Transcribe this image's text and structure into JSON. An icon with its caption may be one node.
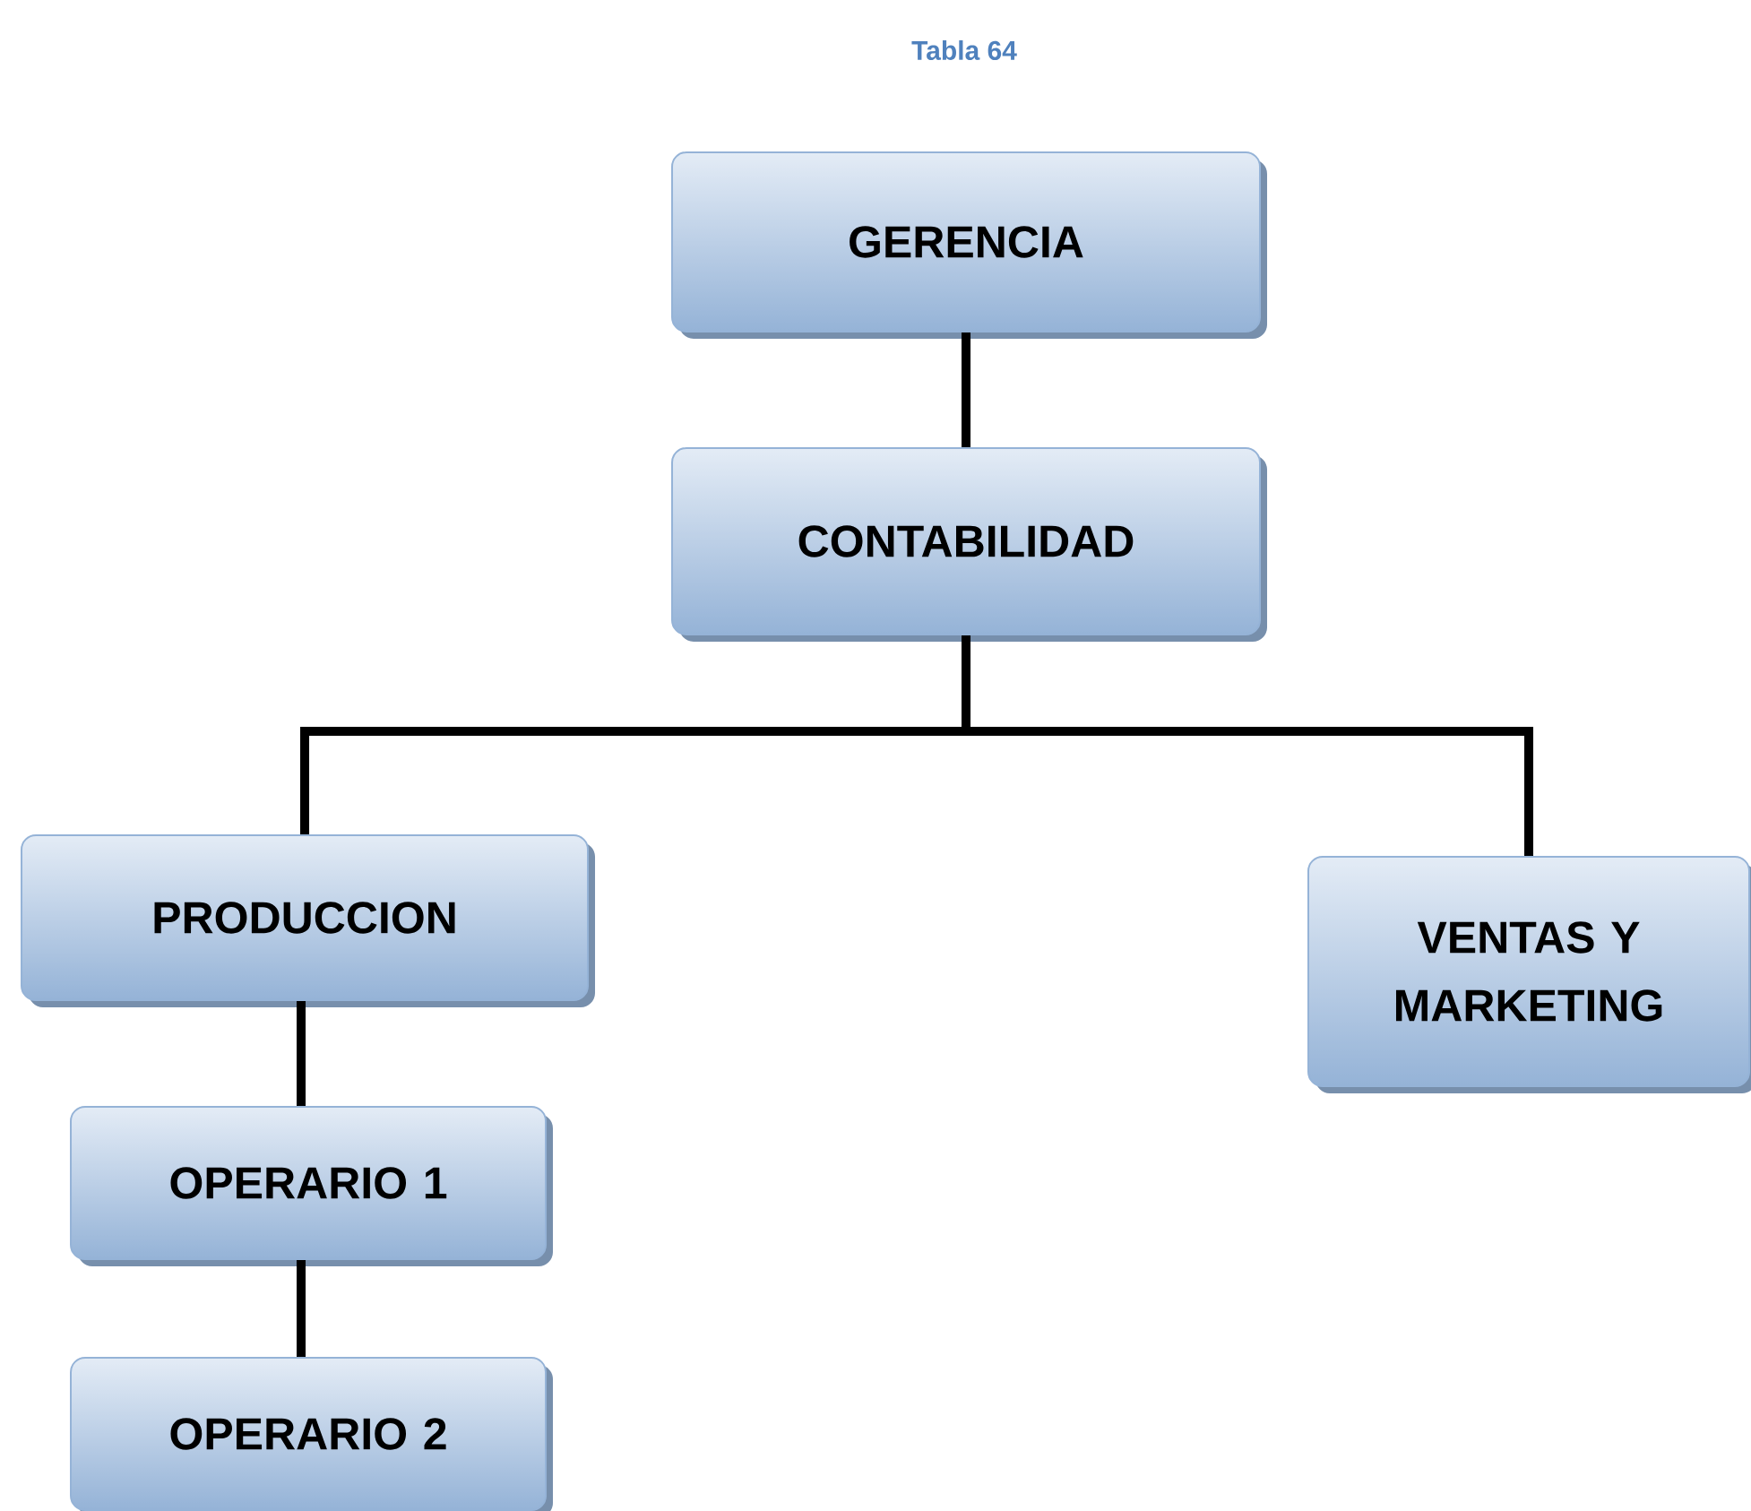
{
  "diagram": {
    "title": "Tabla 64",
    "nodes": [
      {
        "text": [
          "GERENCIA"
        ]
      },
      {
        "text": [
          "CONTABILIDAD"
        ]
      },
      {
        "text": [
          "PRODUCCION"
        ]
      },
      {
        "text": [
          "VENTAS Y MARKETING"
        ]
      },
      {
        "text": [
          "OPERARIO 1"
        ]
      },
      {
        "text": [
          "OPERARIO 2"
        ]
      }
    ],
    "edges": [
      {
        "from": 0,
        "to": 1,
        "arrow": "none"
      },
      {
        "from": 1,
        "to": 2,
        "arrow": "none"
      },
      {
        "from": 1,
        "to": 3,
        "arrow": "none"
      },
      {
        "from": 2,
        "to": 4,
        "arrow": "none"
      },
      {
        "from": 4,
        "to": 5,
        "arrow": "none"
      }
    ]
  }
}
